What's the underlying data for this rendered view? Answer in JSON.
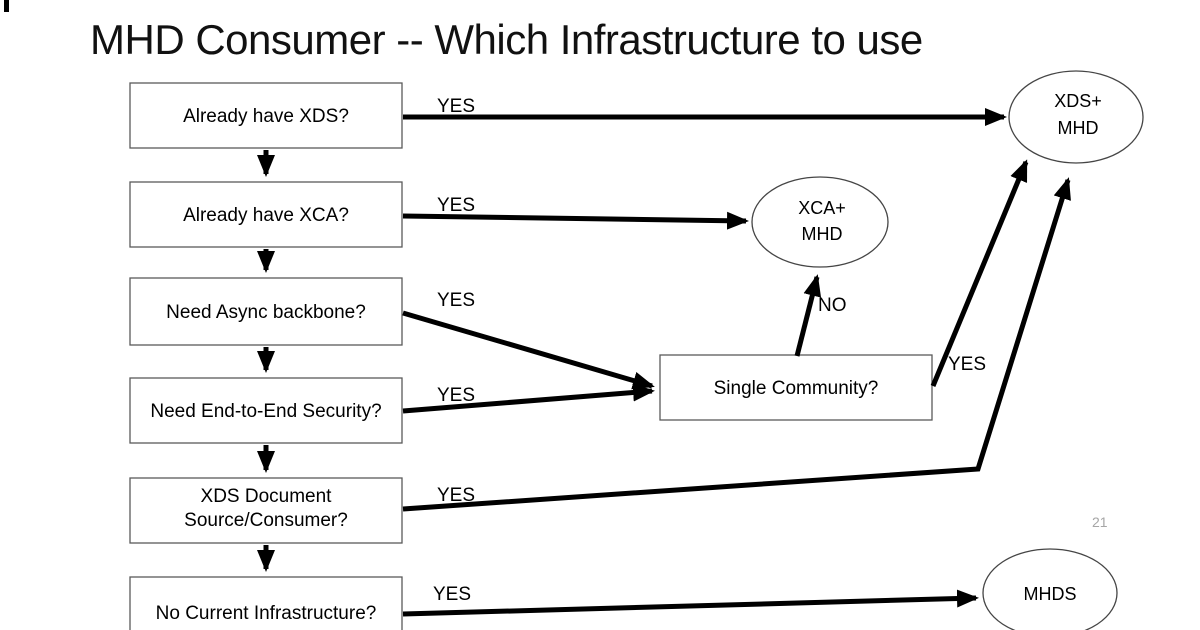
{
  "slide": {
    "title": "MHD Consumer -- Which Infrastructure to use",
    "page_number": "21"
  },
  "colors": {
    "background": "#ffffff",
    "box_outline": "#5a5a5a",
    "ellipse_outline": "#454545",
    "arrow": "#000000",
    "text": "#000000",
    "page_number": "#a6a6a6"
  },
  "nodes": {
    "already_xds": {
      "type": "decision-box",
      "label": "Already have XDS?"
    },
    "already_xca": {
      "type": "decision-box",
      "label": "Already have XCA?"
    },
    "need_async": {
      "type": "decision-box",
      "label": "Need Async backbone?"
    },
    "need_security": {
      "type": "decision-box",
      "label": "Need End-to-End Security?"
    },
    "xds_doc_source": {
      "type": "decision-box",
      "line1": "XDS Document",
      "line2": "Source/Consumer?"
    },
    "no_infra": {
      "type": "decision-box",
      "label": "No Current Infrastructure?"
    },
    "single_community": {
      "type": "decision-box",
      "label": "Single Community?"
    },
    "xds_mhd": {
      "type": "outcome-ellipse",
      "line1": "XDS+",
      "line2": "MHD"
    },
    "xca_mhd": {
      "type": "outcome-ellipse",
      "line1": "XCA+",
      "line2": "MHD"
    },
    "mhds": {
      "type": "outcome-ellipse",
      "label": "MHDS"
    }
  },
  "edge_labels": {
    "xds_yes": "YES",
    "xca_yes": "YES",
    "async_yes": "YES",
    "security_yes": "YES",
    "xds_doc_yes": "YES",
    "no_infra_yes": "YES",
    "single_community_yes": "YES",
    "single_community_no": "NO"
  }
}
